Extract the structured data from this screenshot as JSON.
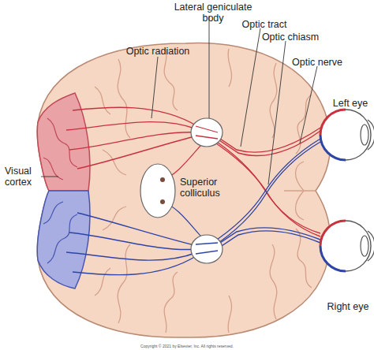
{
  "diagram": {
    "labels": [
      "Lateral geniculate body",
      "Optic tract",
      "Optic chiasm",
      "Optic radiation",
      "Optic nerve",
      "Left eye",
      "Visual cortex",
      "Superior colliculus",
      "Right eye",
      "Copyright © 2021 by Elsevier, Inc. All rights reserved."
    ]
  }
}
